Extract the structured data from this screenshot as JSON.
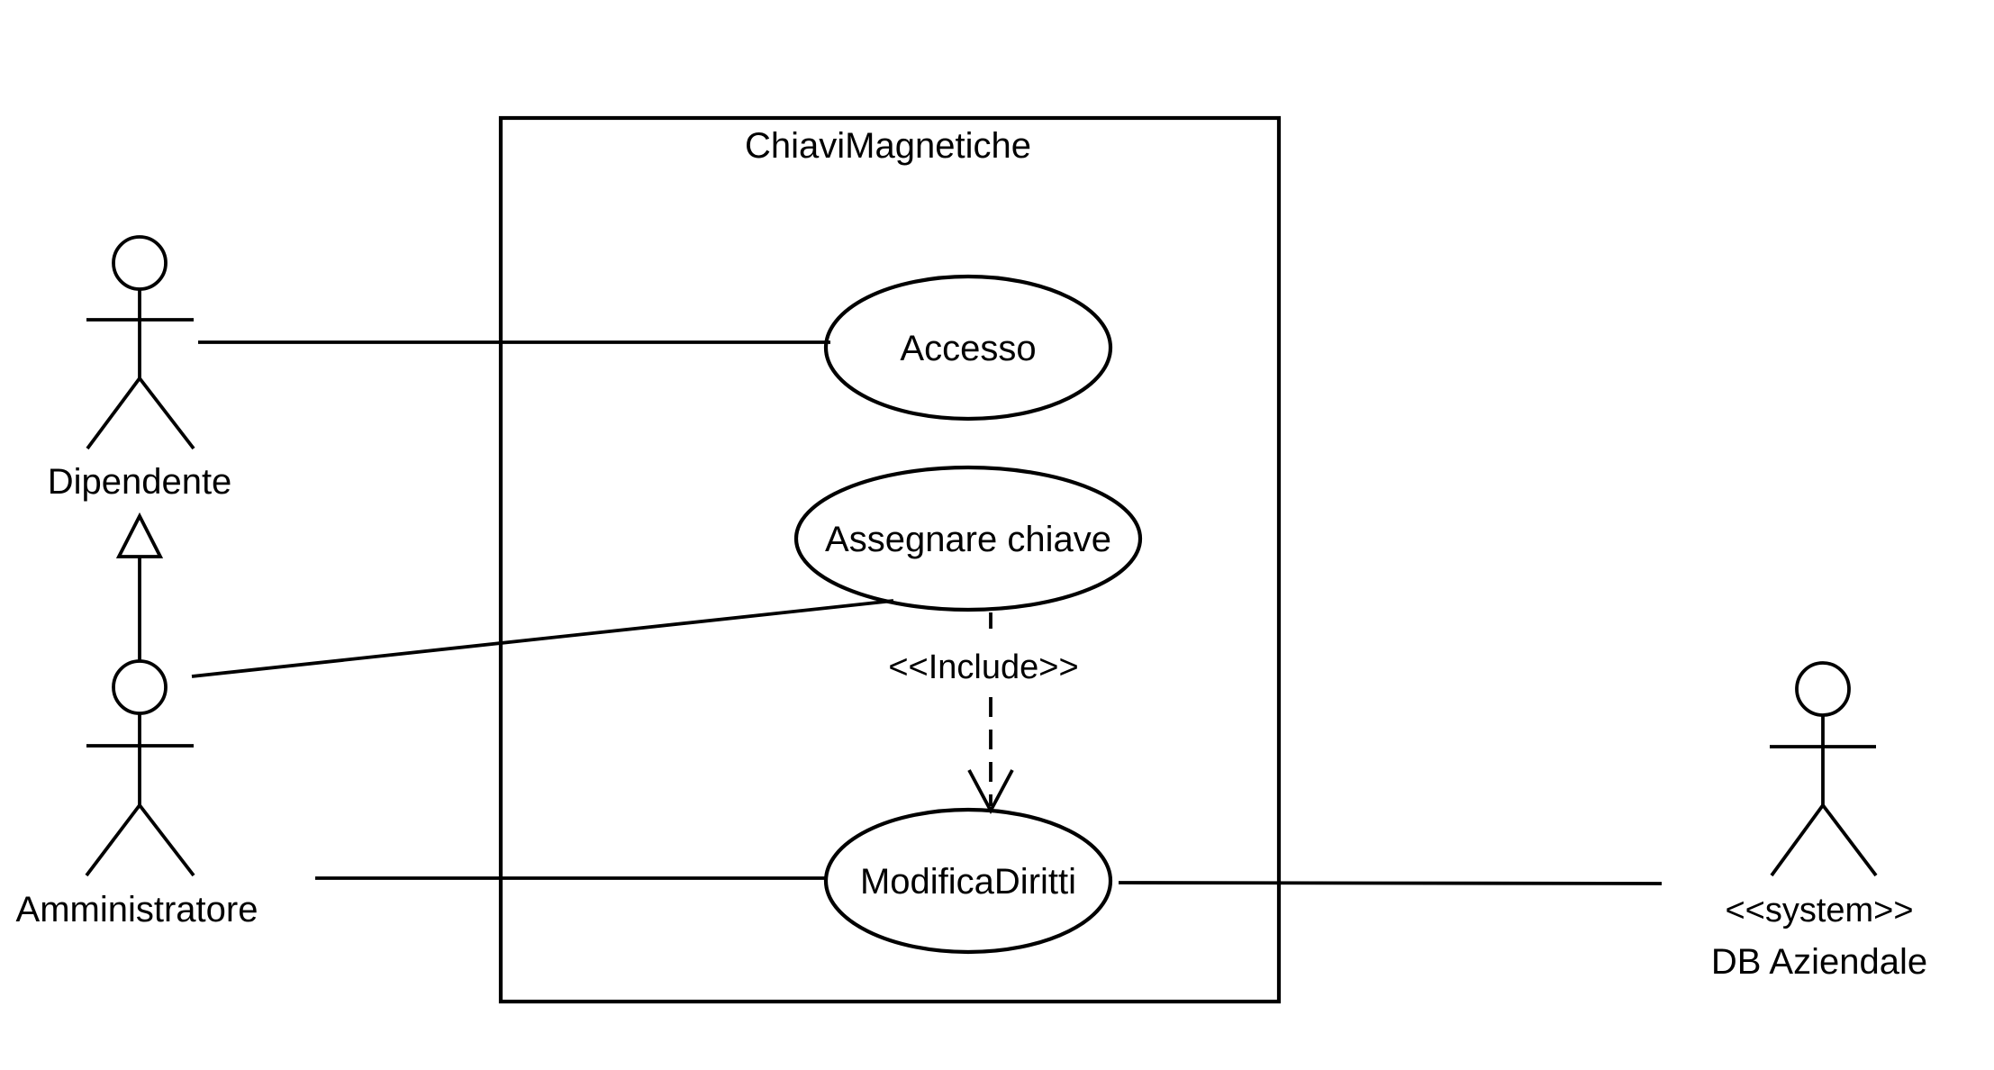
{
  "system": {
    "name": "ChiaviMagnetiche"
  },
  "use_cases": {
    "accesso": "Accesso",
    "assegnare": "Assegnare chiave",
    "modifica": "ModificaDiritti"
  },
  "actors": {
    "dipendente": "Dipendente",
    "amministratore": "Amministratore",
    "db_stereotype": "<<system>>",
    "db_name": "DB Aziendale"
  },
  "relations": {
    "include_label": "<<Include>>"
  }
}
